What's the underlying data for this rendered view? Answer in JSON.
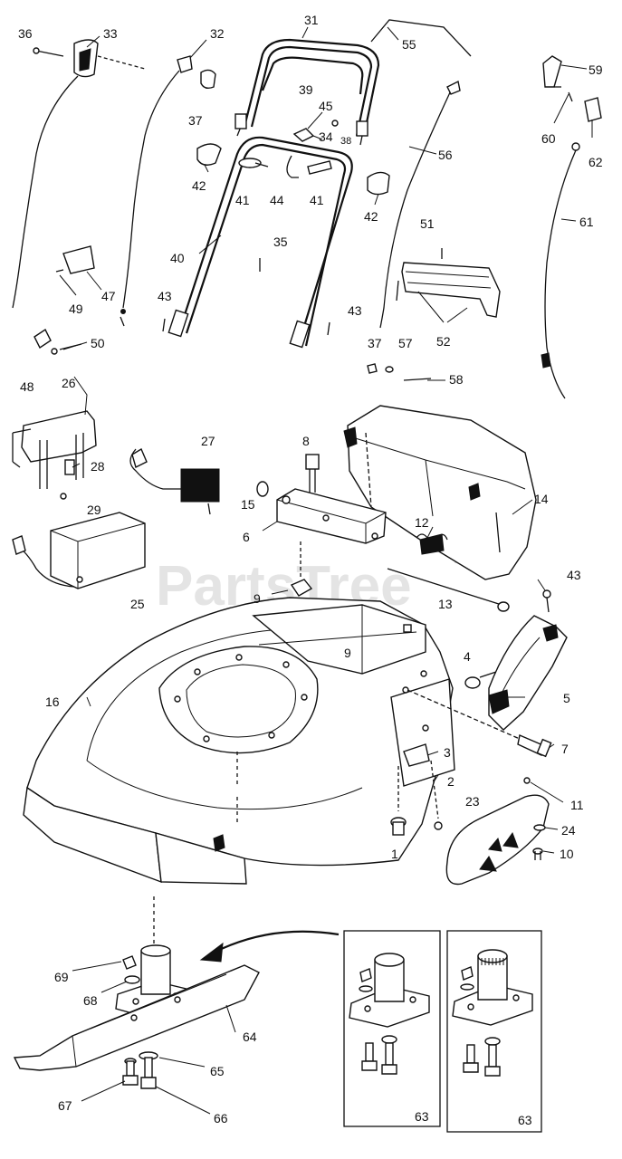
{
  "watermark": {
    "text": "PartsTree",
    "mark": "TM"
  },
  "labels": [
    {
      "id": "l36",
      "text": "36"
    },
    {
      "id": "l33",
      "text": "33"
    },
    {
      "id": "l32",
      "text": "32"
    },
    {
      "id": "l31",
      "text": "31"
    },
    {
      "id": "l55",
      "text": "55"
    },
    {
      "id": "l59",
      "text": "59"
    },
    {
      "id": "l37a",
      "text": "37"
    },
    {
      "id": "l39",
      "text": "39"
    },
    {
      "id": "l45",
      "text": "45"
    },
    {
      "id": "l34",
      "text": "34"
    },
    {
      "id": "l38",
      "text": "38"
    },
    {
      "id": "l56",
      "text": "56"
    },
    {
      "id": "l60",
      "text": "60"
    },
    {
      "id": "l62",
      "text": "62"
    },
    {
      "id": "l42a",
      "text": "42"
    },
    {
      "id": "l41a",
      "text": "41"
    },
    {
      "id": "l44",
      "text": "44"
    },
    {
      "id": "l41b",
      "text": "41"
    },
    {
      "id": "l42b",
      "text": "42"
    },
    {
      "id": "l61",
      "text": "61"
    },
    {
      "id": "l51",
      "text": "51"
    },
    {
      "id": "l35",
      "text": "35"
    },
    {
      "id": "l40",
      "text": "40"
    },
    {
      "id": "l47",
      "text": "47"
    },
    {
      "id": "l49",
      "text": "49"
    },
    {
      "id": "l43a",
      "text": "43"
    },
    {
      "id": "l43b",
      "text": "43"
    },
    {
      "id": "l52",
      "text": "52"
    },
    {
      "id": "l50",
      "text": "50"
    },
    {
      "id": "l37b",
      "text": "37"
    },
    {
      "id": "l57",
      "text": "57"
    },
    {
      "id": "l48",
      "text": "48"
    },
    {
      "id": "l58",
      "text": "58"
    },
    {
      "id": "l26",
      "text": "26"
    },
    {
      "id": "l27",
      "text": "27"
    },
    {
      "id": "l8",
      "text": "8"
    },
    {
      "id": "l28",
      "text": "28"
    },
    {
      "id": "l14",
      "text": "14"
    },
    {
      "id": "l29",
      "text": "29"
    },
    {
      "id": "l15",
      "text": "15"
    },
    {
      "id": "l6",
      "text": "6"
    },
    {
      "id": "l12",
      "text": "12"
    },
    {
      "id": "l25",
      "text": "25"
    },
    {
      "id": "l9a",
      "text": "9"
    },
    {
      "id": "l13",
      "text": "13"
    },
    {
      "id": "l43c",
      "text": "43"
    },
    {
      "id": "l9b",
      "text": "9"
    },
    {
      "id": "l4",
      "text": "4"
    },
    {
      "id": "l16",
      "text": "16"
    },
    {
      "id": "l5",
      "text": "5"
    },
    {
      "id": "l7",
      "text": "7"
    },
    {
      "id": "l3",
      "text": "3"
    },
    {
      "id": "l2",
      "text": "2"
    },
    {
      "id": "l11",
      "text": "11"
    },
    {
      "id": "l23",
      "text": "23"
    },
    {
      "id": "l24",
      "text": "24"
    },
    {
      "id": "l10",
      "text": "10"
    },
    {
      "id": "l1",
      "text": "1"
    },
    {
      "id": "l69",
      "text": "69"
    },
    {
      "id": "l68",
      "text": "68"
    },
    {
      "id": "l64",
      "text": "64"
    },
    {
      "id": "l65",
      "text": "65"
    },
    {
      "id": "l67",
      "text": "67"
    },
    {
      "id": "l66",
      "text": "66"
    },
    {
      "id": "l63a",
      "text": "63"
    },
    {
      "id": "l63b",
      "text": "63"
    }
  ]
}
